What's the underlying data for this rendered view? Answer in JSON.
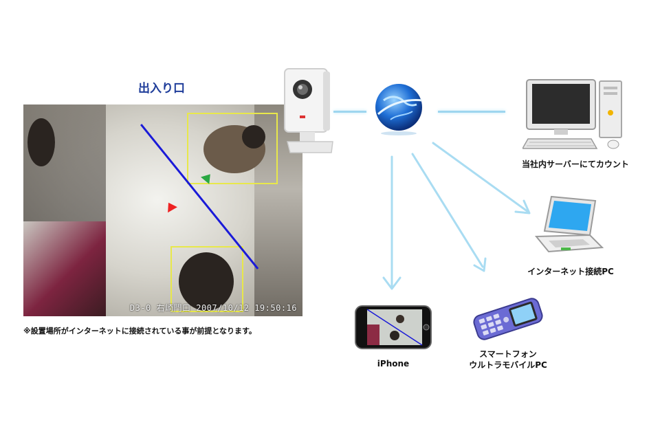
{
  "entrance": {
    "title": "出入り口"
  },
  "camera_feed": {
    "overlay_text": "D3-0 右崎門口  2007/10/12 19:50:16"
  },
  "note": "※設置場所がインターネットに接続されている事が前提となります。",
  "devices": {
    "server": {
      "label": "当社内サーバーにてカウント"
    },
    "laptop": {
      "label": "インターネット接続PC"
    },
    "iphone": {
      "label": "iPhone"
    },
    "mobile": {
      "label_line1": "スマートフォン",
      "label_line2": "ウルトラモバイルPC"
    }
  },
  "colors": {
    "title_blue": "#1f3d9a",
    "connector": "#9ed6ef",
    "count_line": "#1a1ad8",
    "detection_box": "#e8e84a"
  },
  "icons": [
    "network-camera-icon",
    "globe-icon",
    "desktop-pc-icon",
    "laptop-icon",
    "iphone-icon",
    "mobile-phone-icon"
  ]
}
